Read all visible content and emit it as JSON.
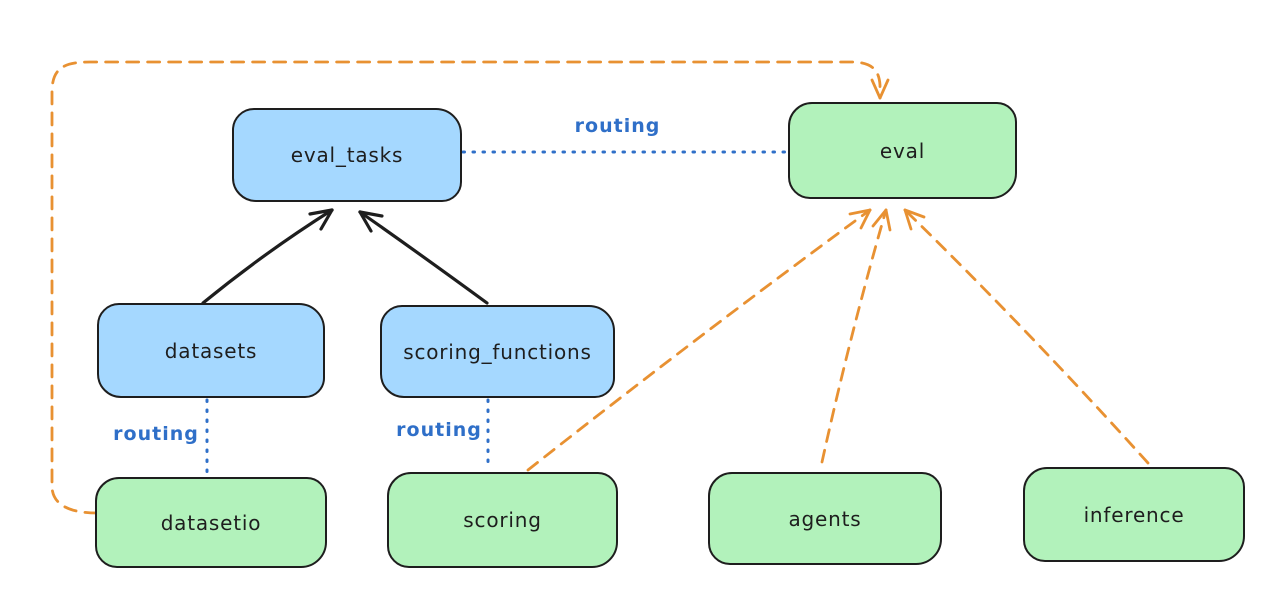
{
  "diagram": {
    "colors": {
      "api_box_fill_blue": "#a5d8ff",
      "provider_box_fill_green": "#b2f2bb",
      "box_stroke": "#1e1e1e",
      "routing_blue": "#2f6fc8",
      "provider_orange": "#e89132",
      "arrow_black": "#1e1e1e",
      "background": "#ffffff"
    },
    "nodes": [
      {
        "id": "eval_tasks",
        "label": "eval_tasks",
        "kind": "blue"
      },
      {
        "id": "eval",
        "label": "eval",
        "kind": "green"
      },
      {
        "id": "datasets",
        "label": "datasets",
        "kind": "blue"
      },
      {
        "id": "scoring_functions",
        "label": "scoring_functions",
        "kind": "blue"
      },
      {
        "id": "datasetio",
        "label": "datasetio",
        "kind": "green"
      },
      {
        "id": "scoring",
        "label": "scoring",
        "kind": "green"
      },
      {
        "id": "agents",
        "label": "agents",
        "kind": "green"
      },
      {
        "id": "inference",
        "label": "inference",
        "kind": "green"
      }
    ],
    "edge_labels": {
      "eval_tasks_eval": "routing",
      "datasets_datasetio": "routing",
      "scoring_functions_scoring": "routing"
    },
    "edges": [
      {
        "from": "datasets",
        "to": "eval_tasks",
        "style": "solid-black-arrow"
      },
      {
        "from": "scoring_functions",
        "to": "eval_tasks",
        "style": "solid-black-arrow"
      },
      {
        "from": "eval_tasks",
        "to": "eval",
        "style": "dotted-blue-line",
        "label": "routing"
      },
      {
        "from": "datasets",
        "to": "datasetio",
        "style": "dotted-blue-line",
        "label": "routing"
      },
      {
        "from": "scoring_functions",
        "to": "scoring",
        "style": "dotted-blue-line",
        "label": "routing"
      },
      {
        "from": "scoring",
        "to": "eval",
        "style": "dashed-orange-arrow"
      },
      {
        "from": "agents",
        "to": "eval",
        "style": "dashed-orange-arrow"
      },
      {
        "from": "inference",
        "to": "eval",
        "style": "dashed-orange-arrow"
      },
      {
        "from": "datasetio",
        "to": "eval",
        "style": "dashed-orange-arrow-loop-around-left-and-top"
      }
    ]
  }
}
